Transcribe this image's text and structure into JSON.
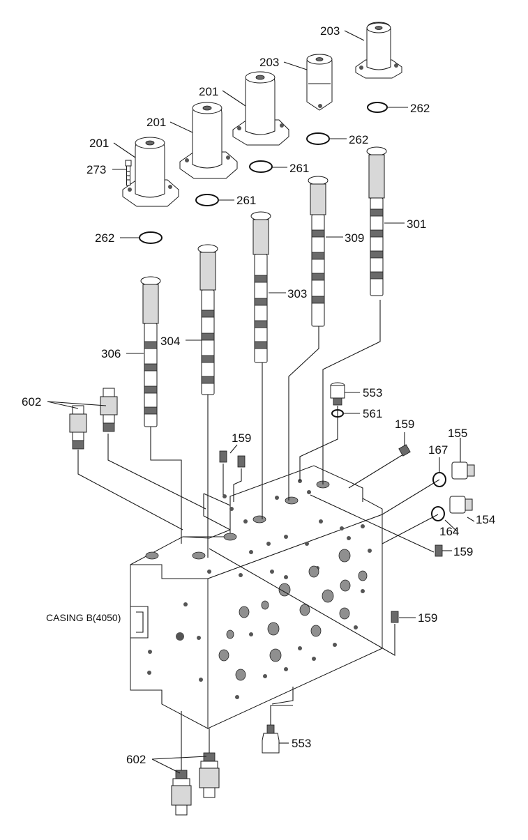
{
  "diagram": {
    "casing_label": "CASING B(4050)",
    "callouts": {
      "c203a": "203",
      "c203b": "203",
      "c201a": "201",
      "c201b": "201",
      "c201c": "201",
      "c273": "273",
      "c262a": "262",
      "c262b": "262",
      "c262c": "262",
      "c261a": "261",
      "c261b": "261",
      "c301": "301",
      "c309": "309",
      "c303": "303",
      "c304": "304",
      "c306": "306",
      "c602a": "602",
      "c602b": "602",
      "c553a": "553",
      "c553b": "553",
      "c561": "561",
      "c159a": "159",
      "c159b": "159",
      "c159c": "159",
      "c159d": "159",
      "c167": "167",
      "c155": "155",
      "c154": "154",
      "c164": "164"
    }
  }
}
